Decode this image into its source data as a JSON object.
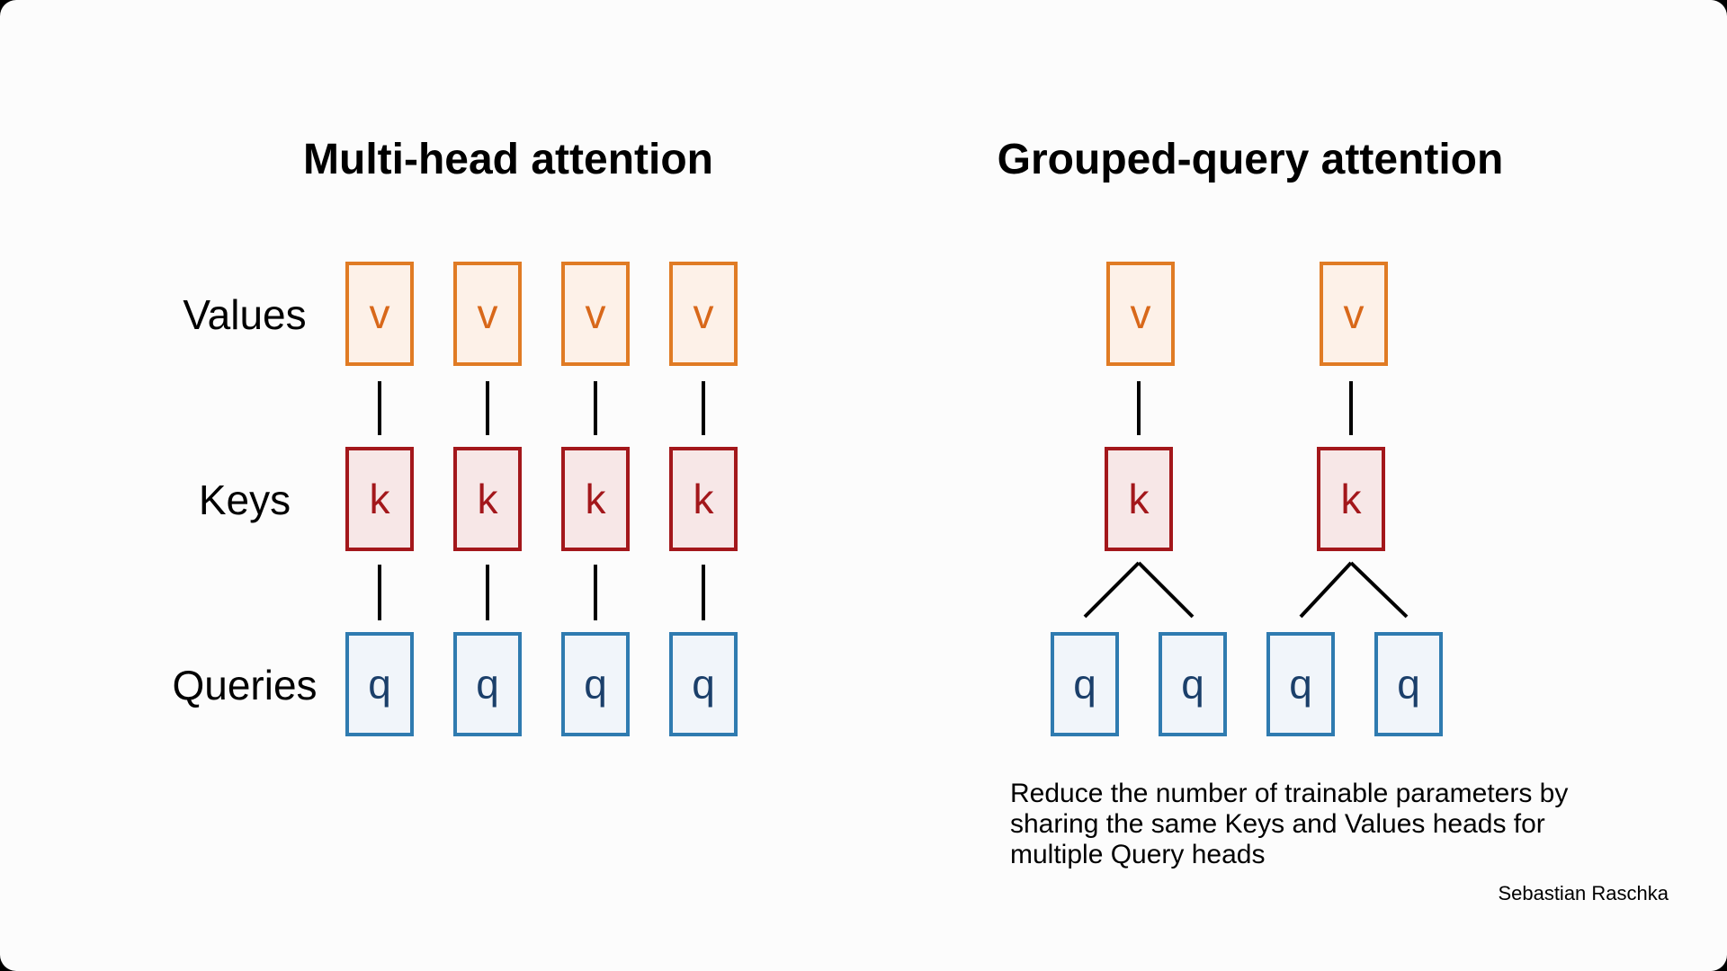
{
  "titles": {
    "left": "Multi-head attention",
    "right": "Grouped-query attention"
  },
  "row_labels": {
    "values": "Values",
    "keys": "Keys",
    "queries": "Queries"
  },
  "box_letters": {
    "value": "v",
    "key": "k",
    "query": "q"
  },
  "colors": {
    "value_border": "#e07b24",
    "value_fill": "#fdf1e8",
    "key_border": "#a3171b",
    "key_fill": "#f7e7e7",
    "query_border": "#2f7bb0",
    "query_fill": "#f1f5fa"
  },
  "multi_head": {
    "heads": 4
  },
  "grouped_query": {
    "groups": 2,
    "queries_per_group": 2
  },
  "caption": "Reduce the number of trainable parameters by\nsharing the same Keys and Values heads for\nmultiple Query heads",
  "author": "Sebastian Raschka"
}
